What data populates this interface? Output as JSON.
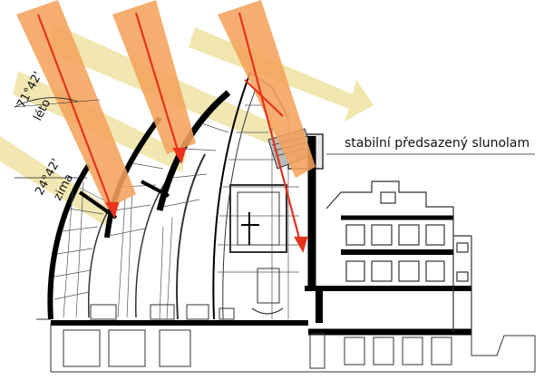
{
  "labels": {
    "summer_angle": "71°42'",
    "summer_season": "léto",
    "winter_angle": "24°42'",
    "winter_season": "zima",
    "sunshade": "stabilní předsazený slunolam"
  },
  "colors": {
    "summer_ray_fill": "#f4a35c",
    "summer_ray_core": "#e8321c",
    "winter_ray": "#f0e3a4",
    "structure": "#000000",
    "linework": "#333333"
  }
}
